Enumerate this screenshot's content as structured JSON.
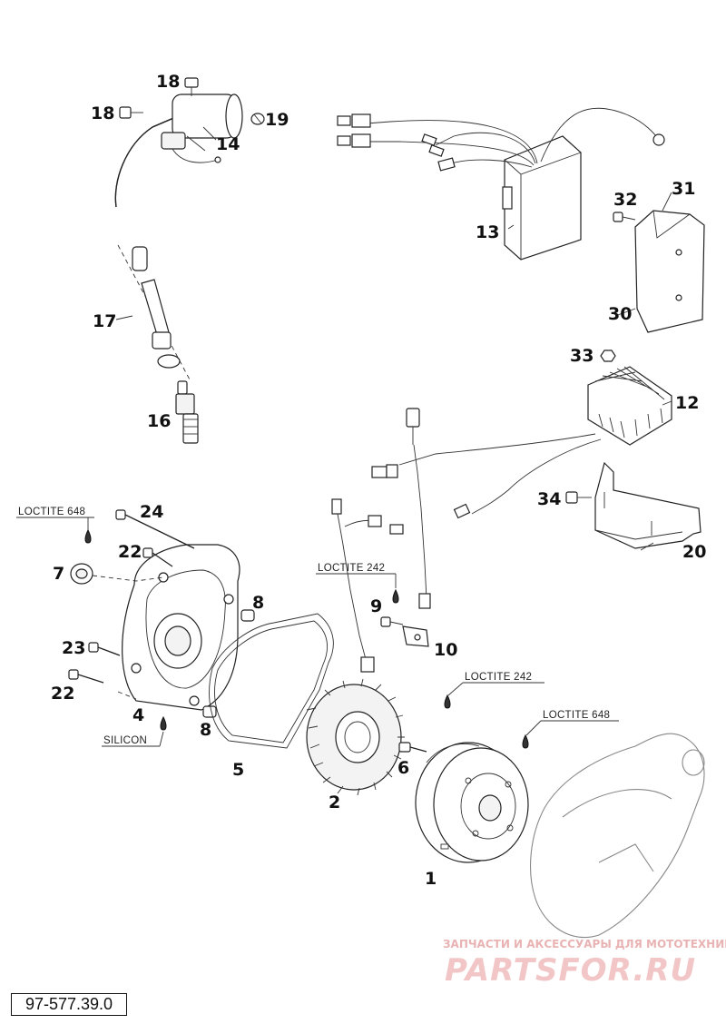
{
  "document": {
    "reference_number": "97-577.39.0"
  },
  "callouts": {
    "p1": "1",
    "p2": "2",
    "p4": "4",
    "p5": "5",
    "p6": "6",
    "p7": "7",
    "p8a": "8",
    "p8b": "8",
    "p9": "9",
    "p10": "10",
    "p12": "12",
    "p13": "13",
    "p14": "14",
    "p16": "16",
    "p17": "17",
    "p18a": "18",
    "p18b": "18",
    "p19": "19",
    "p20": "20",
    "p22a": "22",
    "p22b": "22",
    "p23": "23",
    "p24": "24",
    "p30": "30",
    "p31": "31",
    "p32": "32",
    "p33": "33",
    "p34": "34"
  },
  "notes": {
    "loctite_648_left": "LOCTITE 648",
    "loctite_242_top": "LOCTITE 242",
    "loctite_242_right": "LOCTITE 242",
    "loctite_648_right": "LOCTITE 648",
    "silicon": "SILICON"
  },
  "watermark": {
    "tagline": "ЗАПЧАСТИ И АКСЕССУАРЫ ДЛЯ МОТОТЕХНИКИ",
    "brand": "PARTSFOR.RU",
    "color": "#e35b5b"
  }
}
